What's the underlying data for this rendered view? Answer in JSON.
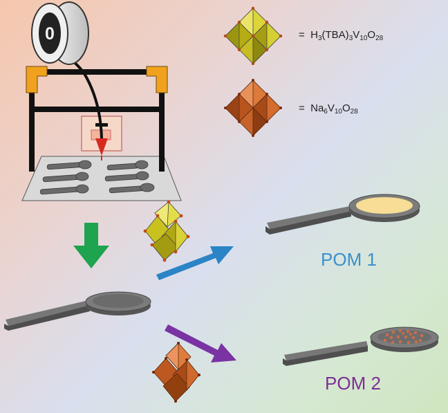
{
  "legend": [
    {
      "eq": "=",
      "parts": [
        {
          "t": "H",
          "sub": "3"
        },
        {
          "t": "(TBA)",
          "sub": "3"
        },
        {
          "t": "V",
          "sub": "10"
        },
        {
          "t": "O",
          "sub": "28"
        }
      ],
      "color": "#c9c31e"
    },
    {
      "eq": "=",
      "parts": [
        {
          "t": "Na",
          "sub": "6"
        },
        {
          "t": "V",
          "sub": "10"
        },
        {
          "t": "O",
          "sub": "28"
        }
      ],
      "color": "#c8662a"
    }
  ],
  "spool_label": "0",
  "products": [
    {
      "label": "POM 1",
      "color": "#3a90cc"
    },
    {
      "label": "POM 2",
      "color": "#7b2f95"
    }
  ],
  "colors": {
    "frame": "#111111",
    "frame_corner": "#f0a21e",
    "bed": "#d7d7d7",
    "nozzle": "#d62a1e",
    "spoon": "#5f5f5f",
    "arrow_down": "#1ea34f",
    "arrow_pom1": "#2b84c6",
    "arrow_pom2": "#7a33a3",
    "pom1_fill": "#f7dd95",
    "pom2_dots": "#c96d4a"
  }
}
